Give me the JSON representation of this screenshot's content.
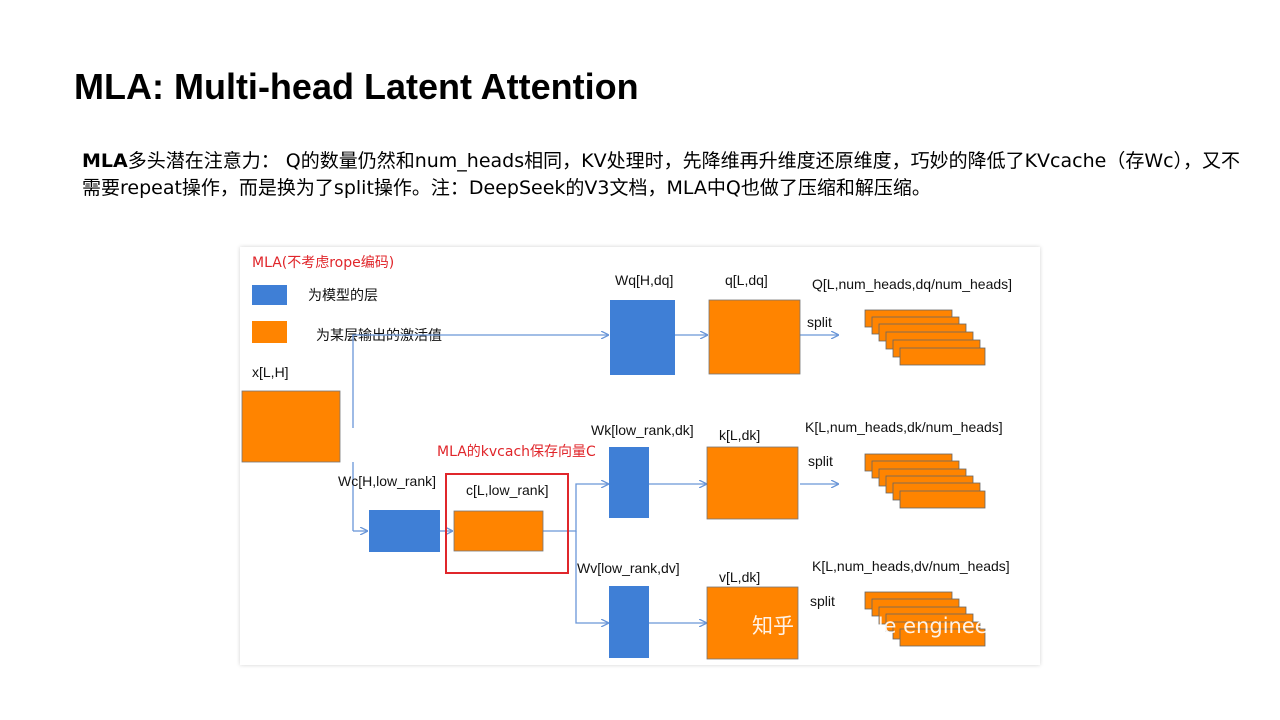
{
  "slide": {
    "title": "MLA: Multi-head Latent Attention",
    "desc_lead": "MLA",
    "desc_rest": "多头潜在注意力： Q的数量仍然和num_heads相同，KV处理时，先降维再升维度还原维度，巧妙的降低了KVcache（存Wc），又不需要repeat操作，而是换为了split操作。注：DeepSeek的V3文档，MLA中Q也做了压缩和解压缩。"
  },
  "diagram": {
    "heading": "MLA(不考虑rope编码)",
    "legend_layer": "为模型的层",
    "legend_activation": "为某层输出的激活值",
    "x_label": "x[L,H]",
    "wc_label": "Wc[H,low_rank]",
    "c_label": "c[L,low_rank]",
    "kv_cache_note": "MLA的kvcach保存向量C",
    "wq_label": "Wq[H,dq]",
    "q_label": "q[L,dq]",
    "Q_label": "Q[L,num_heads,dq/num_heads]",
    "wk_label": "Wk[low_rank,dk]",
    "k_label": "k[L,dk]",
    "K_label": "K[L,num_heads,dk/num_heads]",
    "wv_label": "Wv[low_rank,dv]",
    "v_label": "v[L,dk]",
    "V_label": "K[L,num_heads,dv/num_heads]",
    "split_label": "split",
    "watermark": "知乎 @vehicle engineer",
    "colors": {
      "layer": "#3f7fd6",
      "activation": "#ff8400",
      "arrow": "#6a96d8",
      "note": "#e0262b"
    }
  }
}
